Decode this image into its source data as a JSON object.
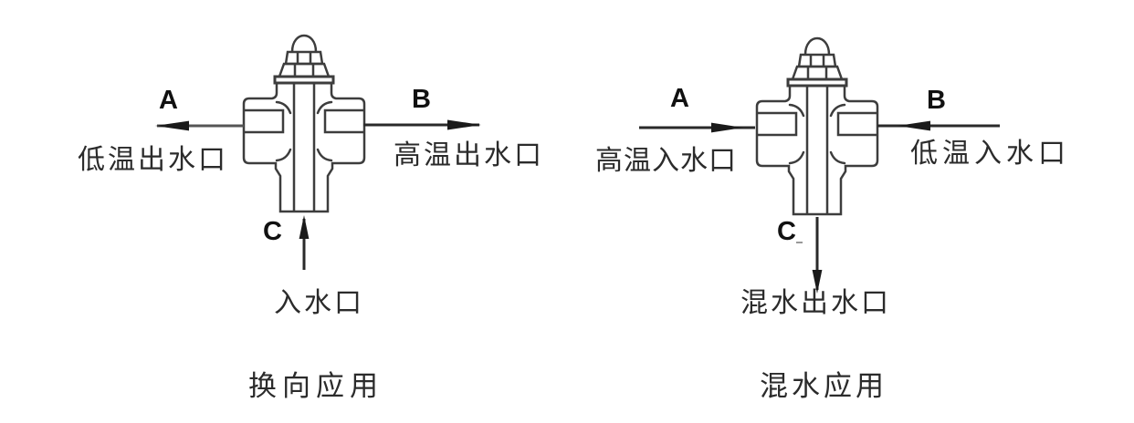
{
  "figure": {
    "background": "#ffffff",
    "colors": {
      "valve_line": "#3d3d3d",
      "arrow": "#2a2a2a",
      "arrow_head": "#1a1a1a",
      "text": "#2b2b2b",
      "letter": "#111111"
    }
  },
  "diagrams": [
    {
      "id": "diverting",
      "caption": "换向应用",
      "ports": [
        {
          "label": "A",
          "name": "低温出水口",
          "direction": "out-left"
        },
        {
          "label": "B",
          "name": "高温出水口",
          "direction": "out-right"
        },
        {
          "label": "C",
          "name": "入水口",
          "direction": "in-bottom"
        }
      ]
    },
    {
      "id": "mixing",
      "caption": "混水应用",
      "ports": [
        {
          "label": "A",
          "name": "高温入水口",
          "direction": "in-left"
        },
        {
          "label": "B",
          "name": "低温入水口",
          "direction": "in-right"
        },
        {
          "label": "C",
          "name": "混水出水口",
          "direction": "out-bottom"
        }
      ]
    }
  ]
}
